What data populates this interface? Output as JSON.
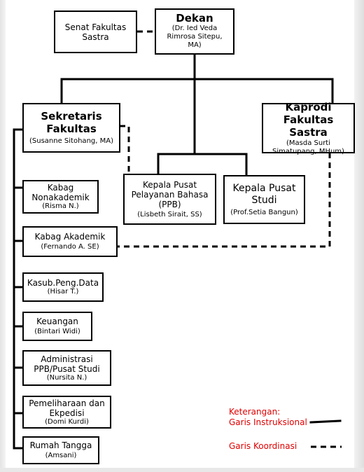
{
  "boxes": {
    "senat": {
      "title": "Senat Fakultas Sastra"
    },
    "dekan": {
      "title": "Dekan",
      "sub": "(Dr. Ied Veda Rimrosa Sitepu, MA)"
    },
    "sekretaris": {
      "title": "Sekretaris Fakultas",
      "sub": "(Susanne Sitohang, MA)"
    },
    "kaprodi": {
      "title": "Kaprodi Fakultas Sastra",
      "sub": "(Masda Surti Simatupang, MHum)"
    },
    "ppb": {
      "title": "Kepala Pusat Pelayanan Bahasa (PPB)",
      "sub": "(Lisbeth Sirait, SS)"
    },
    "pusat_studi": {
      "title": "Kepala Pusat Studi",
      "sub": "(Prof.Setia Bangun)"
    },
    "nonakademik": {
      "title": "Kabag Nonakademik",
      "sub": "(Risma N.)"
    },
    "akademik": {
      "title": "Kabag Akademik",
      "sub": "(Fernando A. SE)"
    },
    "pengdata": {
      "title": "Kasub.Peng.Data",
      "sub": "(Hisar T.)"
    },
    "keuangan": {
      "title": "Keuangan",
      "sub": "(Bintari Widi)"
    },
    "administrasi": {
      "title": "Administrasi PPB/Pusat Studi",
      "sub": "(Nursita N.)"
    },
    "pemeliharaan": {
      "title": "Pemeliharaan dan Ekpedisi",
      "sub": "(Domi Kurdi)"
    },
    "rumah_tangga": {
      "title": "Rumah Tangga",
      "sub": "(Amsani)"
    }
  },
  "legend": {
    "title": "Keterangan:",
    "instruksional": "Garis Instruksional",
    "koordinasi": "Garis Koordinasi"
  },
  "colors": {
    "legend_text": "#e00000",
    "lines": "#000000"
  }
}
